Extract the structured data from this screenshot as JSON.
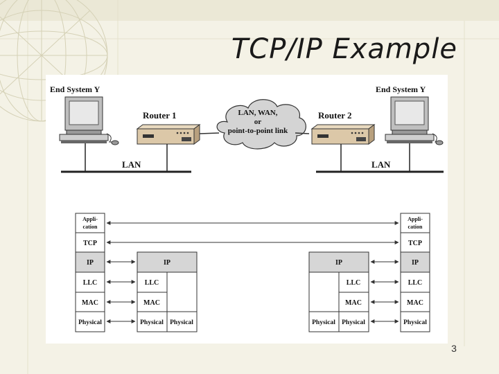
{
  "slide": {
    "title": "TCP/IP Example",
    "page_number": "3"
  },
  "topology": {
    "end_system_left": "End System Y",
    "end_system_right": "End System Y",
    "router_left": "Router 1",
    "router_right": "Router 2",
    "cloud_lines": [
      "LAN, WAN,",
      "or",
      "point-to-point link"
    ],
    "lan_left": "LAN",
    "lan_right": "LAN"
  },
  "stacks": {
    "end_left": [
      "Appli-|cation",
      "TCP",
      "IP",
      "LLC",
      "MAC",
      "Physical"
    ],
    "router1_ip": "IP",
    "router1_left": [
      "LLC",
      "MAC",
      "Physical"
    ],
    "router1_right_physical": "Physical",
    "router2_ip": "IP",
    "router2_left_physical": "Physical",
    "router2_right": [
      "LLC",
      "MAC",
      "Physical"
    ],
    "end_right": [
      "Appli-|cation",
      "TCP",
      "IP",
      "LLC",
      "MAC",
      "Physical"
    ]
  },
  "colors": {
    "shaded_layer": "#d6d6d6",
    "router_body": "#dcc8a8",
    "cloud_fill": "#d4d4d4",
    "monitor_fill": "#bfbfbf"
  }
}
